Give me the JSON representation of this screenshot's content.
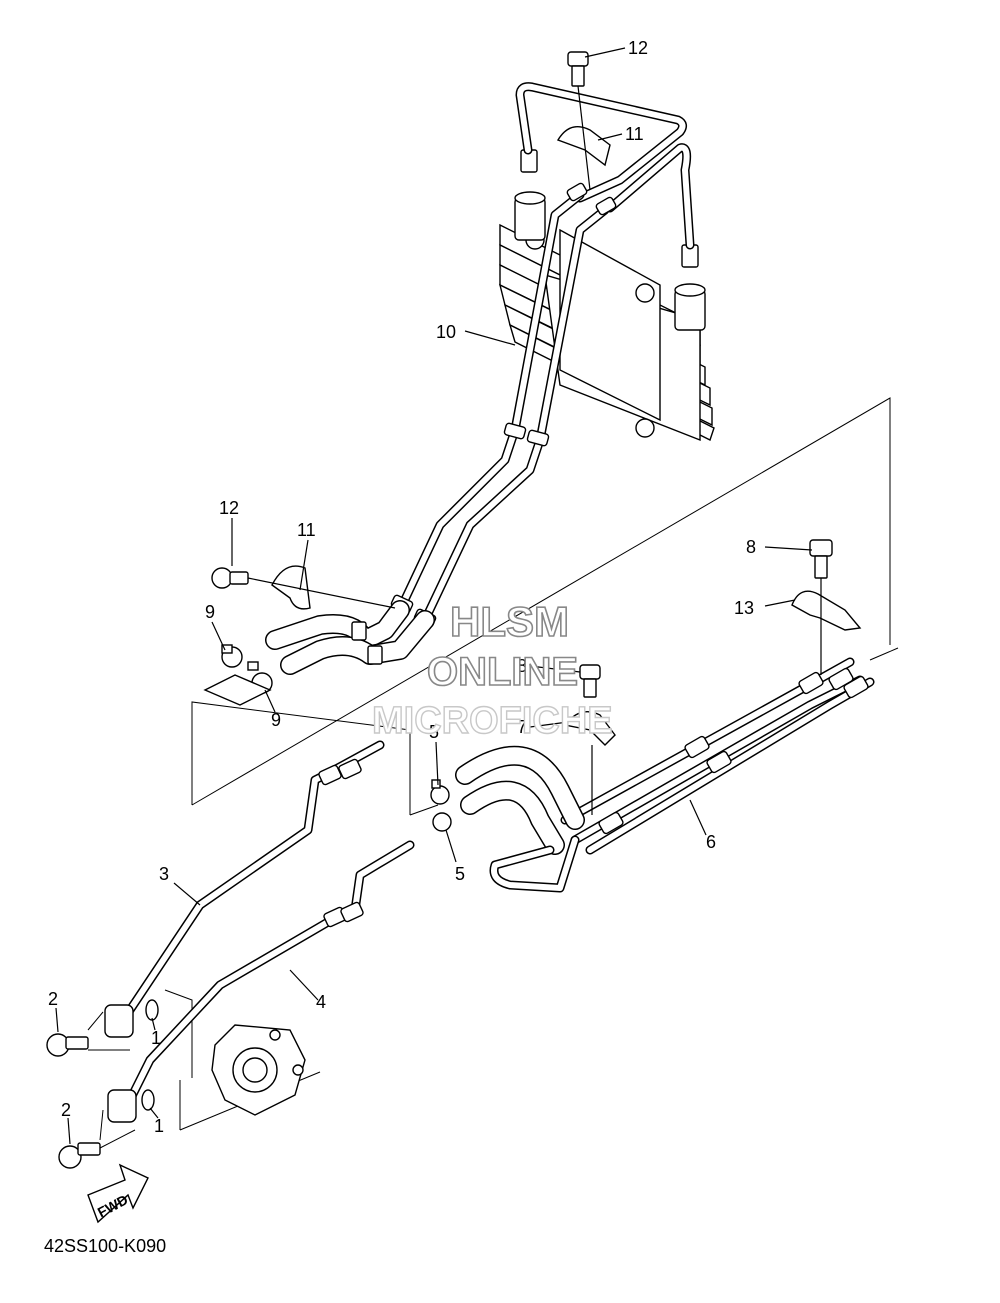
{
  "diagram": {
    "code": "42SS100-K090",
    "fwd_label": "FWD",
    "watermark": {
      "line1": "HLSM",
      "line2": "ONLINE",
      "line3": "MICROFICHE"
    },
    "callouts": {
      "c12_top": "12",
      "c11_top": "11",
      "c10": "10",
      "c12_left": "12",
      "c11_left": "11",
      "c9_top": "9",
      "c9_bottom": "9",
      "c8_right": "8",
      "c13": "13",
      "c8_mid": "8",
      "c7": "7",
      "c5_top": "5",
      "c5_bottom": "5",
      "c6": "6",
      "c3": "3",
      "c4": "4",
      "c1_top": "1",
      "c1_bottom": "1",
      "c2_top": "2",
      "c2_bottom": "2"
    }
  }
}
